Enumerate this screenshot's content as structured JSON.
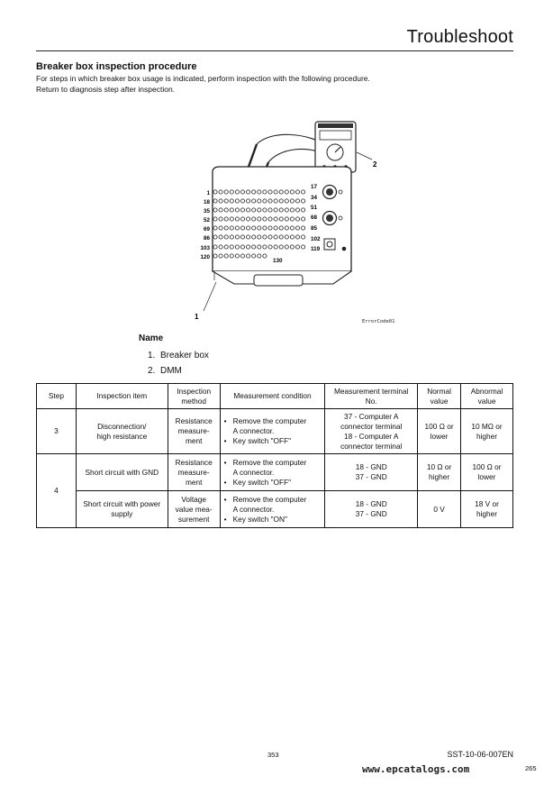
{
  "header": {
    "title": "Troubleshoot"
  },
  "section": {
    "title": "Breaker box inspection procedure",
    "intro_line1": "For steps in which breaker box usage is indicated, perform inspection with the following procedure.",
    "intro_line2": "Return to diagnosis step after inspection."
  },
  "figure": {
    "code": "ErrorCode01",
    "callout_1": "1",
    "callout_2": "2",
    "left_labels": [
      "1",
      "18",
      "35",
      "52",
      "69",
      "86",
      "103",
      "120"
    ],
    "right_labels": [
      "17",
      "34",
      "51",
      "68",
      "85",
      "102",
      "119"
    ],
    "bottom_label": "130"
  },
  "names": {
    "title": "Name",
    "items": [
      {
        "num": "1.",
        "label": "Breaker box"
      },
      {
        "num": "2.",
        "label": "DMM"
      }
    ]
  },
  "table": {
    "headers": {
      "step": "Step",
      "item": "Inspection item",
      "method_1": "Inspection",
      "method_2": "method",
      "condition": "Measurement condition",
      "terminal_1": "Measurement terminal",
      "terminal_2": "No.",
      "normal_1": "Normal",
      "normal_2": "value",
      "abnormal_1": "Abnormal",
      "abnormal_2": "value"
    },
    "rows": [
      {
        "step": "3",
        "item_1": "Disconnection/",
        "item_2": "high resistance",
        "method_1": "Resistance",
        "method_2": "measure-",
        "method_3": "ment",
        "cond_1a": "Remove the computer",
        "cond_1b": "A connector.",
        "cond_2": "Key switch \"OFF\"",
        "term_1": "37 - Computer A",
        "term_2": "connector terminal",
        "term_3": "18 - Computer A",
        "term_4": "connector terminal",
        "normal_1": "100 Ω or",
        "normal_2": "lower",
        "abnormal_1": "10 MΩ or",
        "abnormal_2": "higher"
      },
      {
        "step": "4",
        "item_1": "Short circuit with GND",
        "method_1": "Resistance",
        "method_2": "measure-",
        "method_3": "ment",
        "cond_1a": "Remove the computer",
        "cond_1b": "A connector.",
        "cond_2": "Key switch \"OFF\"",
        "term_1": "18 - GND",
        "term_2": "37 - GND",
        "normal_1": "10 Ω or",
        "normal_2": "higher",
        "abnormal_1": "100 Ω or",
        "abnormal_2": "lower"
      },
      {
        "item_1": "Short circuit with power",
        "item_2": "supply",
        "method_1": "Voltage",
        "method_2": "value mea-",
        "method_3": "surement",
        "cond_1a": "Remove the computer",
        "cond_1b": "A connector.",
        "cond_2": "Key switch \"ON\"",
        "term_1": "18 - GND",
        "term_2": "37 - GND",
        "normal_1": "0 V",
        "abnormal_1": "18 V or",
        "abnormal_2": "higher"
      }
    ]
  },
  "footer": {
    "page_number": "353",
    "doc_code": "SST-10-06-007EN",
    "watermark": "www.epcatalogs.com",
    "page_number_2": "265"
  }
}
